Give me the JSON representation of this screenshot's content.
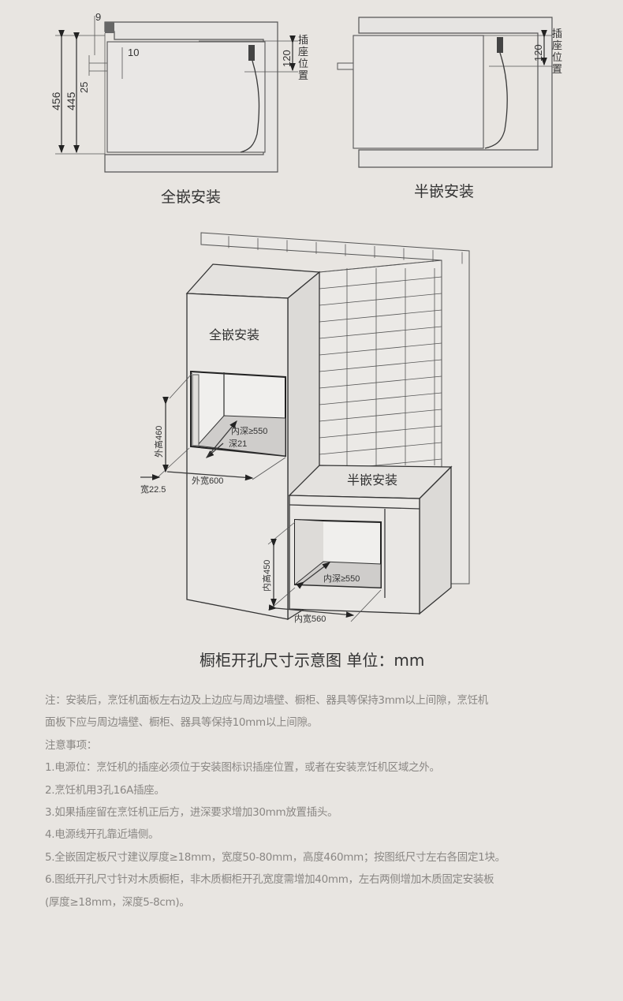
{
  "top_left": {
    "title": "全嵌安装",
    "dim_9": "9",
    "dim_10": "10",
    "dim_456": "456",
    "dim_445": "445",
    "dim_25": "25",
    "dim_120": "120",
    "socket_label": [
      "插",
      "座",
      "位",
      "置"
    ]
  },
  "top_right": {
    "title": "半嵌安装",
    "dim_120": "120",
    "socket_label": [
      "插",
      "座",
      "位",
      "置"
    ]
  },
  "iso": {
    "full_label": "全嵌安装",
    "half_label": "半嵌安装",
    "outer_height": "外高460",
    "inner_depth_full": "内深≥550",
    "depth_21": "深21",
    "width_22_5": "宽22.5",
    "outer_width": "外宽600",
    "inner_height": "内高450",
    "inner_depth_half": "内深≥550",
    "inner_width": "内宽560"
  },
  "caption": "橱柜开孔尺寸示意图 单位：mm",
  "notes": [
    "注：安装后，烹饪机面板左右边及上边应与周边墙壁、橱柜、器具等保持3mm以上间隙，烹饪机",
    "面板下应与周边墙壁、橱柜、器具等保持10mm以上间隙。",
    "注意事项：",
    "1.电源位：烹饪机的插座必须位于安装图标识插座位置，或者在安装烹饪机区域之外。",
    "2.烹饪机用3孔16A插座。",
    "3.如果插座留在烹饪机正后方，进深要求增加30mm放置插头。",
    "4.电源线开孔靠近墙侧。",
    "5.全嵌固定板尺寸建议厚度≥18mm，宽度50-80mm，高度460mm；按图纸尺寸左右各固定1块。",
    "6.图纸开孔尺寸针对木质橱柜，非木质橱柜开孔宽度需增加40mm，左右两侧增加木质固定安装板",
    "(厚度≥18mm，深度5-8cm)。"
  ]
}
